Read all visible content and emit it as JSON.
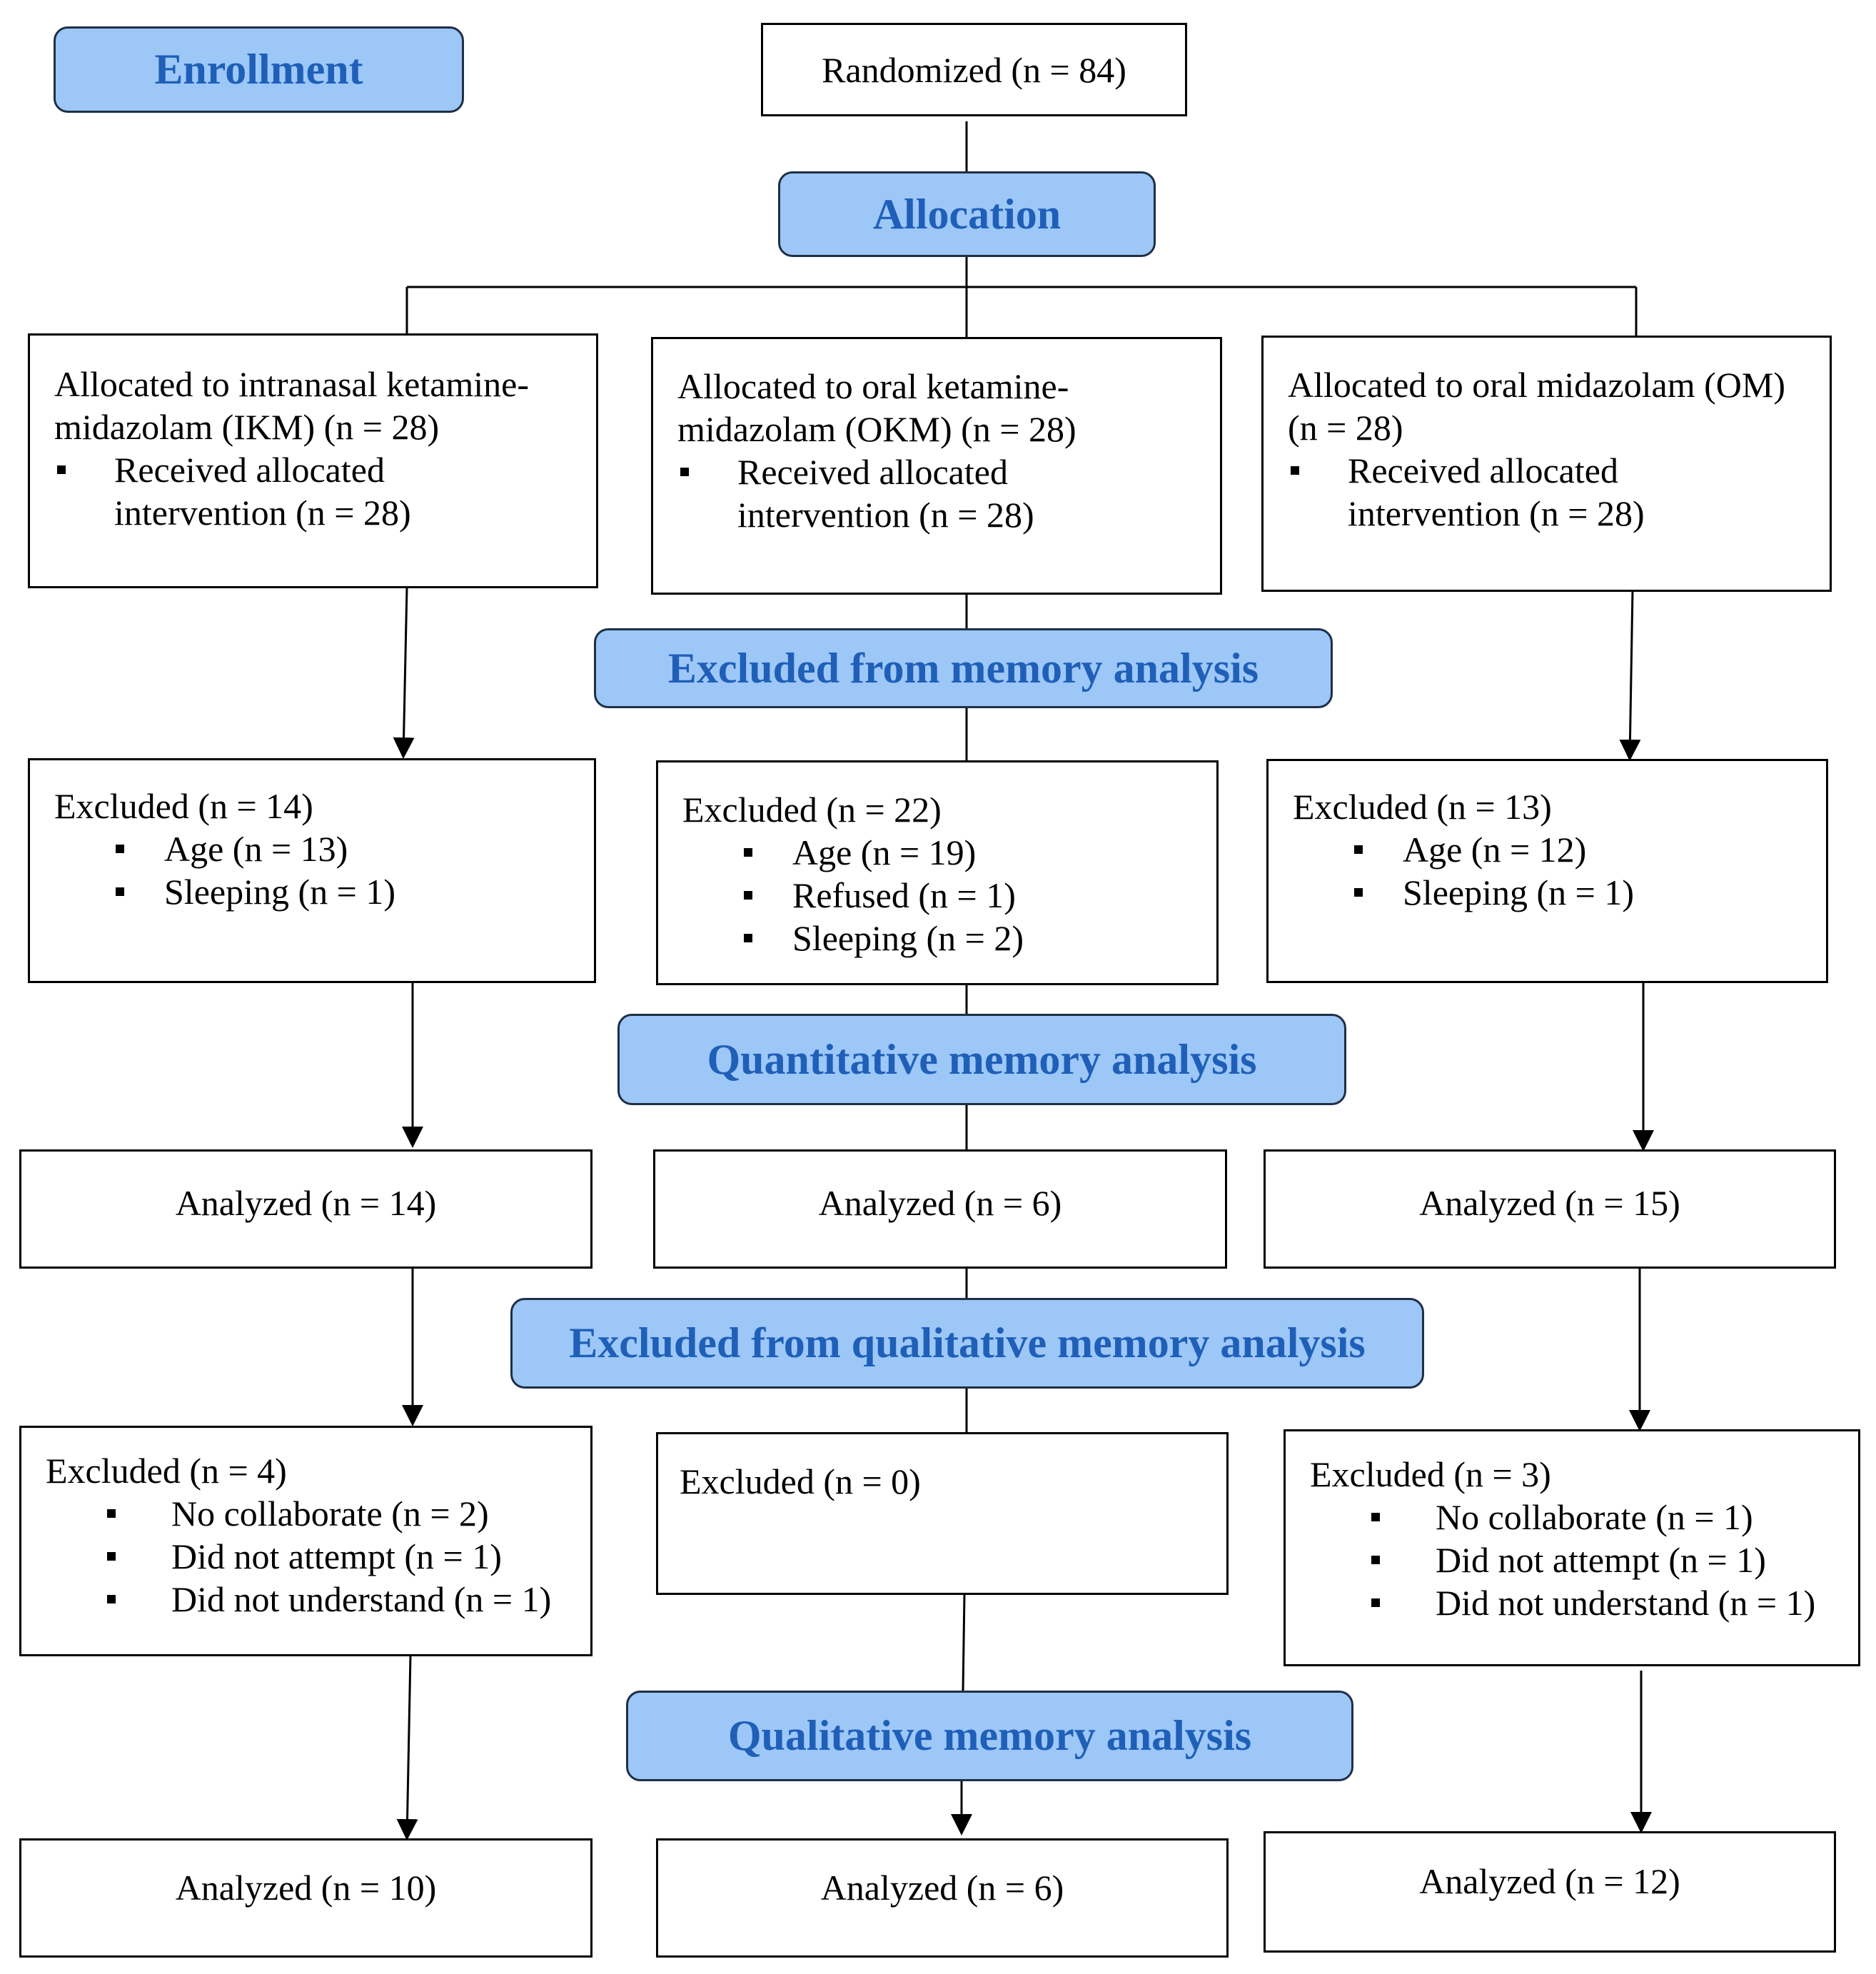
{
  "colors": {
    "stage_fill": "#9cc7f7",
    "stage_text": "#1f5fb8",
    "stage_border": "#1f2f45",
    "box_border": "#000000",
    "lines": "#000000"
  },
  "stages": {
    "enrollment": "Enrollment",
    "allocation": "Allocation",
    "excluded_memory": "Excluded from memory analysis",
    "quantitative": "Quantitative memory analysis",
    "excluded_qualitative": "Excluded from qualitative memory analysis",
    "qualitative": "Qualitative memory analysis"
  },
  "randomized": "Randomized (n = 84)",
  "allocated": {
    "ikm": {
      "lines": [
        "Allocated to intranasal ketamine-",
        "midazolam (IKM) (n = 28)"
      ],
      "items": [
        [
          "Received allocated",
          "intervention (n = 28)"
        ]
      ]
    },
    "okm": {
      "lines": [
        "Allocated to oral ketamine-",
        "midazolam (OKM) (n = 28)"
      ],
      "items": [
        [
          "Received allocated",
          "intervention (n = 28)"
        ]
      ]
    },
    "om": {
      "lines": [
        "Allocated to oral midazolam (OM)",
        "(n = 28)"
      ],
      "items": [
        [
          "Received allocated",
          "intervention (n = 28)"
        ]
      ]
    }
  },
  "excluded_memory": {
    "ikm": {
      "title": "Excluded (n = 14)",
      "items": [
        "Age (n = 13)",
        "Sleeping (n = 1)"
      ]
    },
    "okm": {
      "title": "Excluded (n = 22)",
      "items": [
        "Age (n = 19)",
        "Refused (n = 1)",
        "Sleeping (n = 2)"
      ]
    },
    "om": {
      "title": "Excluded (n = 13)",
      "items": [
        "Age (n = 12)",
        "Sleeping (n = 1)"
      ]
    }
  },
  "quantitative_analyzed": {
    "ikm": "Analyzed (n = 14)",
    "okm": "Analyzed (n = 6)",
    "om": "Analyzed (n = 15)"
  },
  "excluded_qualitative": {
    "ikm": {
      "title": "Excluded (n = 4)",
      "items": [
        "No collaborate (n = 2)",
        "Did not attempt (n = 1)",
        "Did not understand (n = 1)"
      ]
    },
    "okm": {
      "title": "Excluded (n = 0)",
      "items": []
    },
    "om": {
      "title": "Excluded (n = 3)",
      "items": [
        "No collaborate (n = 1)",
        "Did not attempt (n = 1)",
        "Did not understand (n = 1)"
      ]
    }
  },
  "qualitative_analyzed": {
    "ikm": "Analyzed (n = 10)",
    "okm": "Analyzed (n = 6)",
    "om": "Analyzed (n = 12)"
  }
}
